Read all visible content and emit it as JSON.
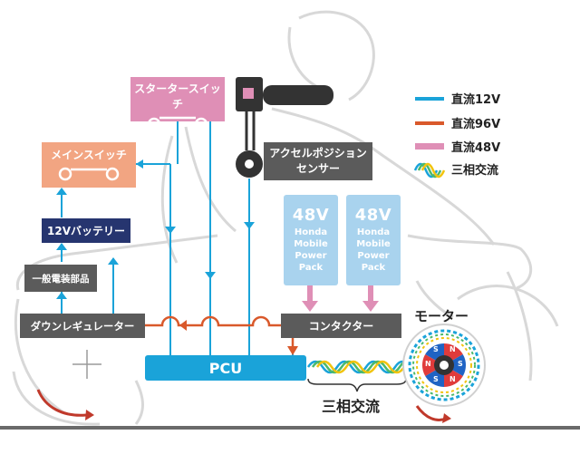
{
  "colors": {
    "dc12": "#1aa3d9",
    "dc96": "#d9592b",
    "dc48": "#df8fb6",
    "gray_box": "#5b5b5b",
    "navy_box": "#26356f",
    "pink_box": "#df8fb6",
    "orange_box": "#f2a582",
    "pcu": "#1aa3d9"
  },
  "legend": {
    "items": [
      {
        "label": "直流12V",
        "color": "#1aa3d9"
      },
      {
        "label": "直流96V",
        "color": "#d9592b"
      },
      {
        "label": "直流48V",
        "color": "#df8fb6"
      },
      {
        "label": "三相交流",
        "icon": "three-phase-wave-icon"
      }
    ]
  },
  "components": {
    "starter_switch": "スタータースイッチ",
    "main_switch": "メインスイッチ",
    "battery_12v": "12Vバッテリー",
    "general_parts": "一般電装部品",
    "down_regulator": "ダウンレギュレーター",
    "accel_sensor_line1": "アクセルポジション",
    "accel_sensor_line2": "センサー",
    "contactor": "コンタクター",
    "pcu": "PCU",
    "motor": "モーター",
    "three_phase_ac": "三相交流"
  },
  "packs": [
    {
      "voltage": "48V",
      "name_lines": [
        "Honda",
        "Mobile",
        "Power",
        "Pack"
      ]
    },
    {
      "voltage": "48V",
      "name_lines": [
        "Honda",
        "Mobile",
        "Power",
        "Pack"
      ]
    }
  ],
  "motor_magnets": [
    "N",
    "S",
    "N",
    "S",
    "N",
    "S"
  ]
}
